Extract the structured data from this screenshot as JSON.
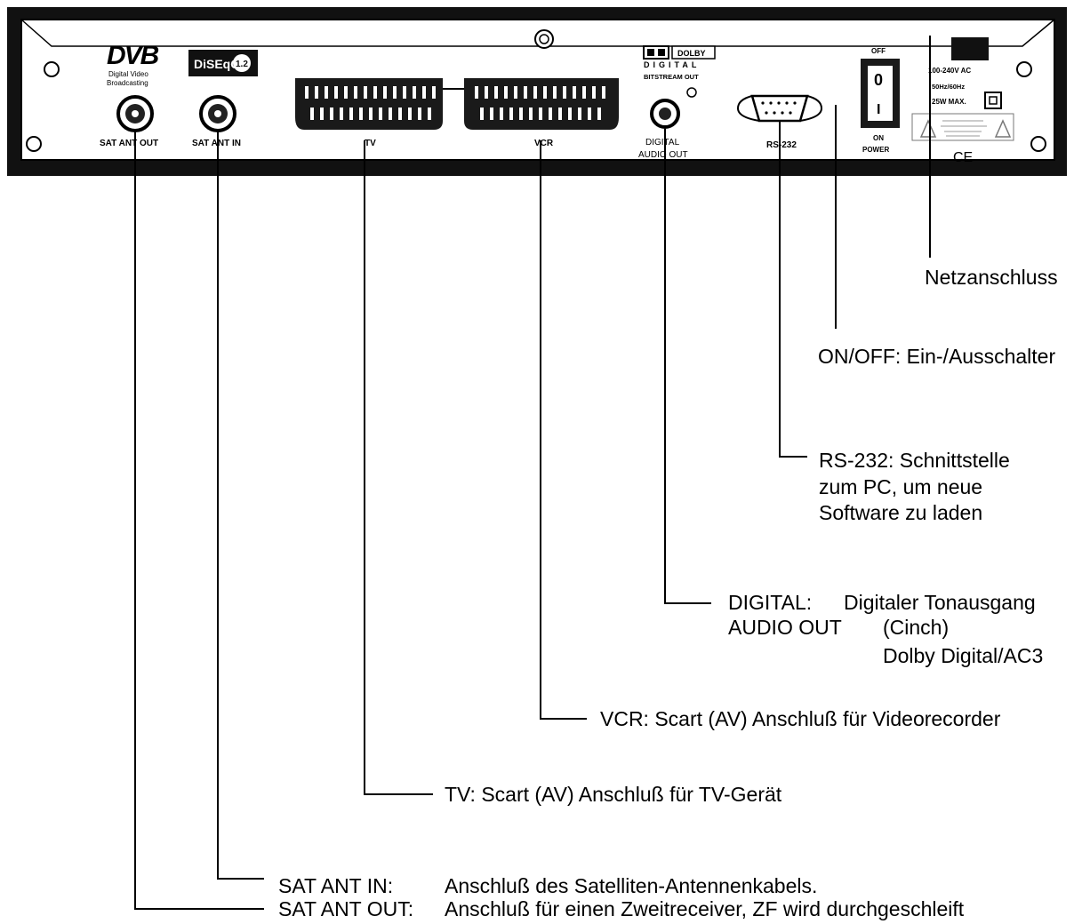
{
  "panel": {
    "dvb_logo": "DVB",
    "dvb_subtitle": [
      "Digital Video",
      "Broadcasting"
    ],
    "diseqc_logo": "DiSEqC",
    "diseqc_version": "1.2",
    "dolby_logo": "DOLBY",
    "dolby_digital": "DIGITAL",
    "bitstream_out": "BITSTREAM OUT",
    "ports": {
      "sat_ant_out": "SAT ANT OUT",
      "sat_ant_in": "SAT ANT IN",
      "tv": "TV",
      "vcr": "VCR",
      "digital_audio_out": [
        "DIGITAL",
        "AUDIO OUT"
      ],
      "rs232": "RS-232"
    },
    "power_switch": {
      "off": "OFF",
      "on": "ON",
      "power": "POWER",
      "zero": "0",
      "one": "I"
    },
    "power_spec": [
      "100-240V  AC",
      "50Hz/60Hz",
      "25W MAX."
    ],
    "ce_mark": "CE"
  },
  "callouts": {
    "netzanschluss": "Netzanschluss",
    "onoff": "ON/OFF: Ein-/Ausschalter",
    "rs232": [
      "RS-232: Schnittstelle",
      "zum PC, um neue",
      "Software zu laden"
    ],
    "digital": {
      "line1_key": "DIGITAL:",
      "line1_val": "Digitaler Tonausgang",
      "line2_key": "AUDIO OUT",
      "line2_val": "(Cinch)",
      "line3": "Dolby Digital/AC3"
    },
    "vcr": "VCR: Scart (AV) Anschluß für Videorecorder",
    "tv": "TV: Scart (AV) Anschluß für TV-Gerät",
    "sat_in_key": "SAT ANT IN:",
    "sat_in_val": "Anschluß des Satelliten-Antennenkabels.",
    "sat_out_key": "SAT ANT OUT:",
    "sat_out_val": "Anschluß für einen Zweitreceiver, ZF wird durchgeschleift"
  }
}
